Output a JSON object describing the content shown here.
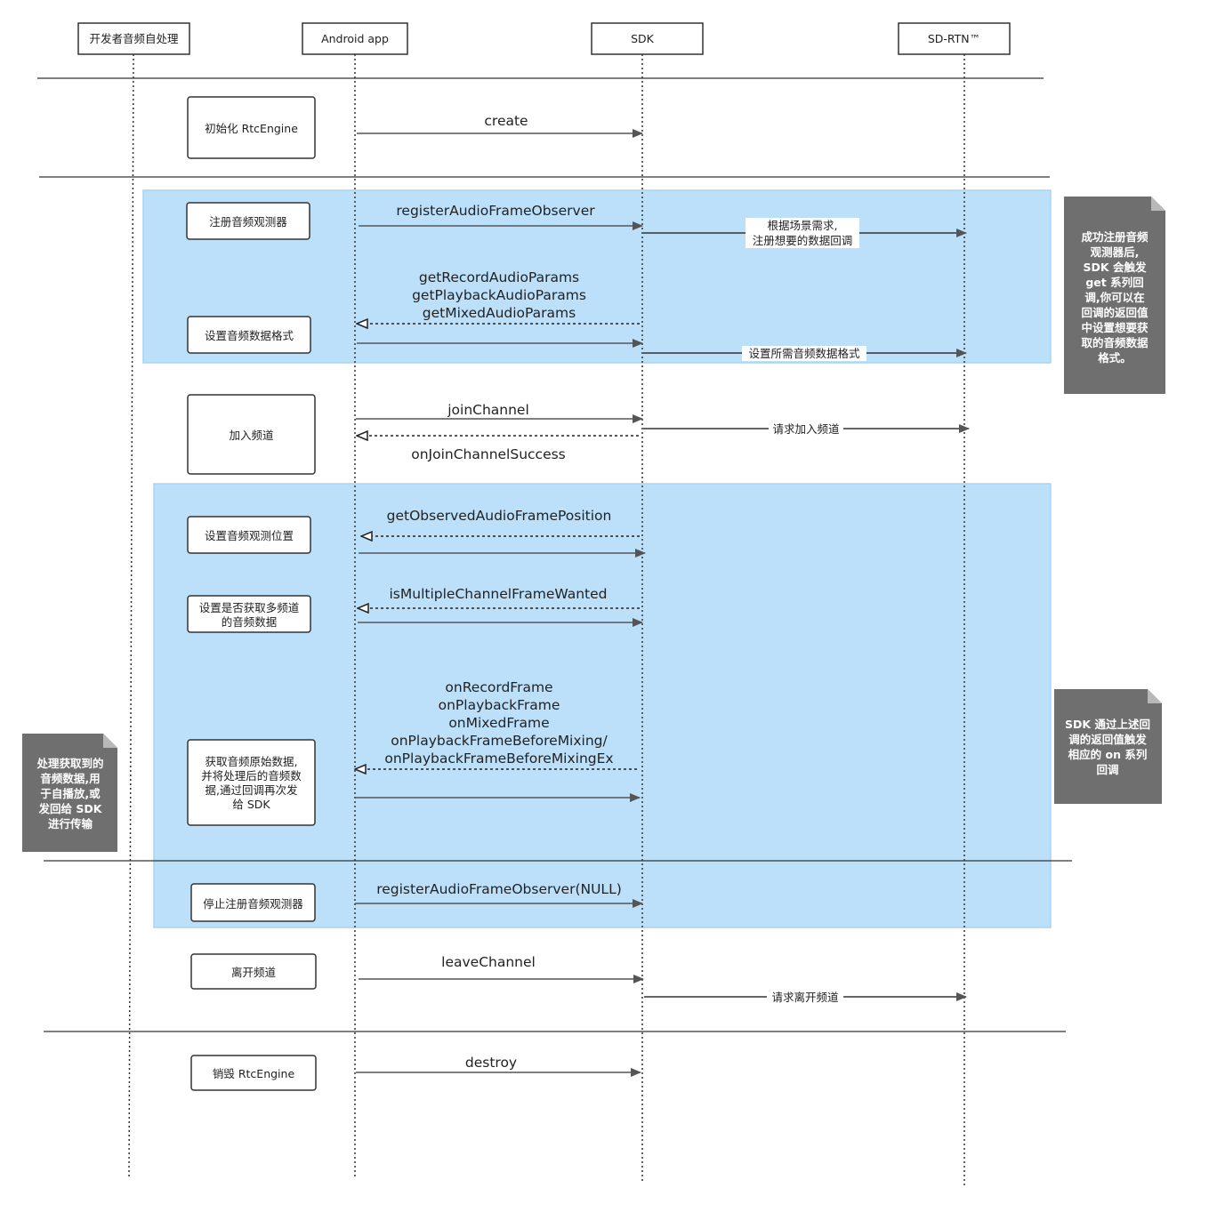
{
  "participants": [
    {
      "id": "dev",
      "label": "开发者音频自处理"
    },
    {
      "id": "app",
      "label": "Android app"
    },
    {
      "id": "sdk",
      "label": "SDK"
    },
    {
      "id": "rtn",
      "label": "SD-RTN™"
    }
  ],
  "steps": [
    {
      "id": "init",
      "label": "初始化 RtcEngine"
    },
    {
      "id": "register",
      "label": "注册音频观测器"
    },
    {
      "id": "format",
      "label": "设置音频数据格式"
    },
    {
      "id": "join",
      "label": "加入频道"
    },
    {
      "id": "position",
      "label": "设置音频观测位置"
    },
    {
      "id": "multichannel",
      "label": [
        "设置是否获取多频道",
        "的音频数据"
      ]
    },
    {
      "id": "process",
      "label": [
        "获取音频原始数据,",
        "并将处理后的音频数",
        "据,通过回调再次发",
        "给 SDK"
      ]
    },
    {
      "id": "unregister",
      "label": "停止注册音频观测器"
    },
    {
      "id": "leave",
      "label": "离开频道"
    },
    {
      "id": "destroy",
      "label": "销毁 RtcEngine"
    }
  ],
  "messages": {
    "create": "create",
    "registerAudioFrameObserver": "registerAudioFrameObserver",
    "scene_note": [
      "根据场景需求,",
      "注册想要的数据回调"
    ],
    "params": [
      "getRecordAudioParams",
      "getPlaybackAudioParams",
      "getMixedAudioParams"
    ],
    "set_format_note": "设置所需音频数据格式",
    "joinChannel": "joinChannel",
    "request_join": "请求加入频道",
    "onJoinChannelSuccess": "onJoinChannelSuccess",
    "getObservedAudioFramePosition": "getObservedAudioFramePosition",
    "isMultipleChannelFrameWanted": "isMultipleChannelFrameWanted",
    "frames": [
      "onRecordFrame",
      "onPlaybackFrame",
      "onMixedFrame",
      "onPlaybackFrameBeforeMixing/",
      "onPlaybackFrameBeforeMixingEx"
    ],
    "unregister": "registerAudioFrameObserver(NULL)",
    "leaveChannel": "leaveChannel",
    "request_leave": "请求离开频道",
    "destroy": "destroy"
  },
  "notes": {
    "after_register": [
      "成功注册音频",
      "观测器后,",
      "SDK 会触发",
      "get 系列回",
      "调,你可以在",
      "回调的返回值",
      "中设置想要获",
      "取的音频数据",
      "格式。"
    ],
    "on_series": [
      "SDK 通过上述回",
      "调的返回值触发",
      "相应的 on 系列",
      "回调"
    ],
    "process_left": [
      "处理获取到的",
      "音频数据,用",
      "于自播放,或",
      "发回给 SDK",
      "进行传输"
    ]
  },
  "colors": {
    "highlight": "#bde0fa",
    "highlight_border": "#a9d4f5",
    "note": "#6f6f6f",
    "note_fold": "#b8b8b8",
    "line": "#555555"
  }
}
